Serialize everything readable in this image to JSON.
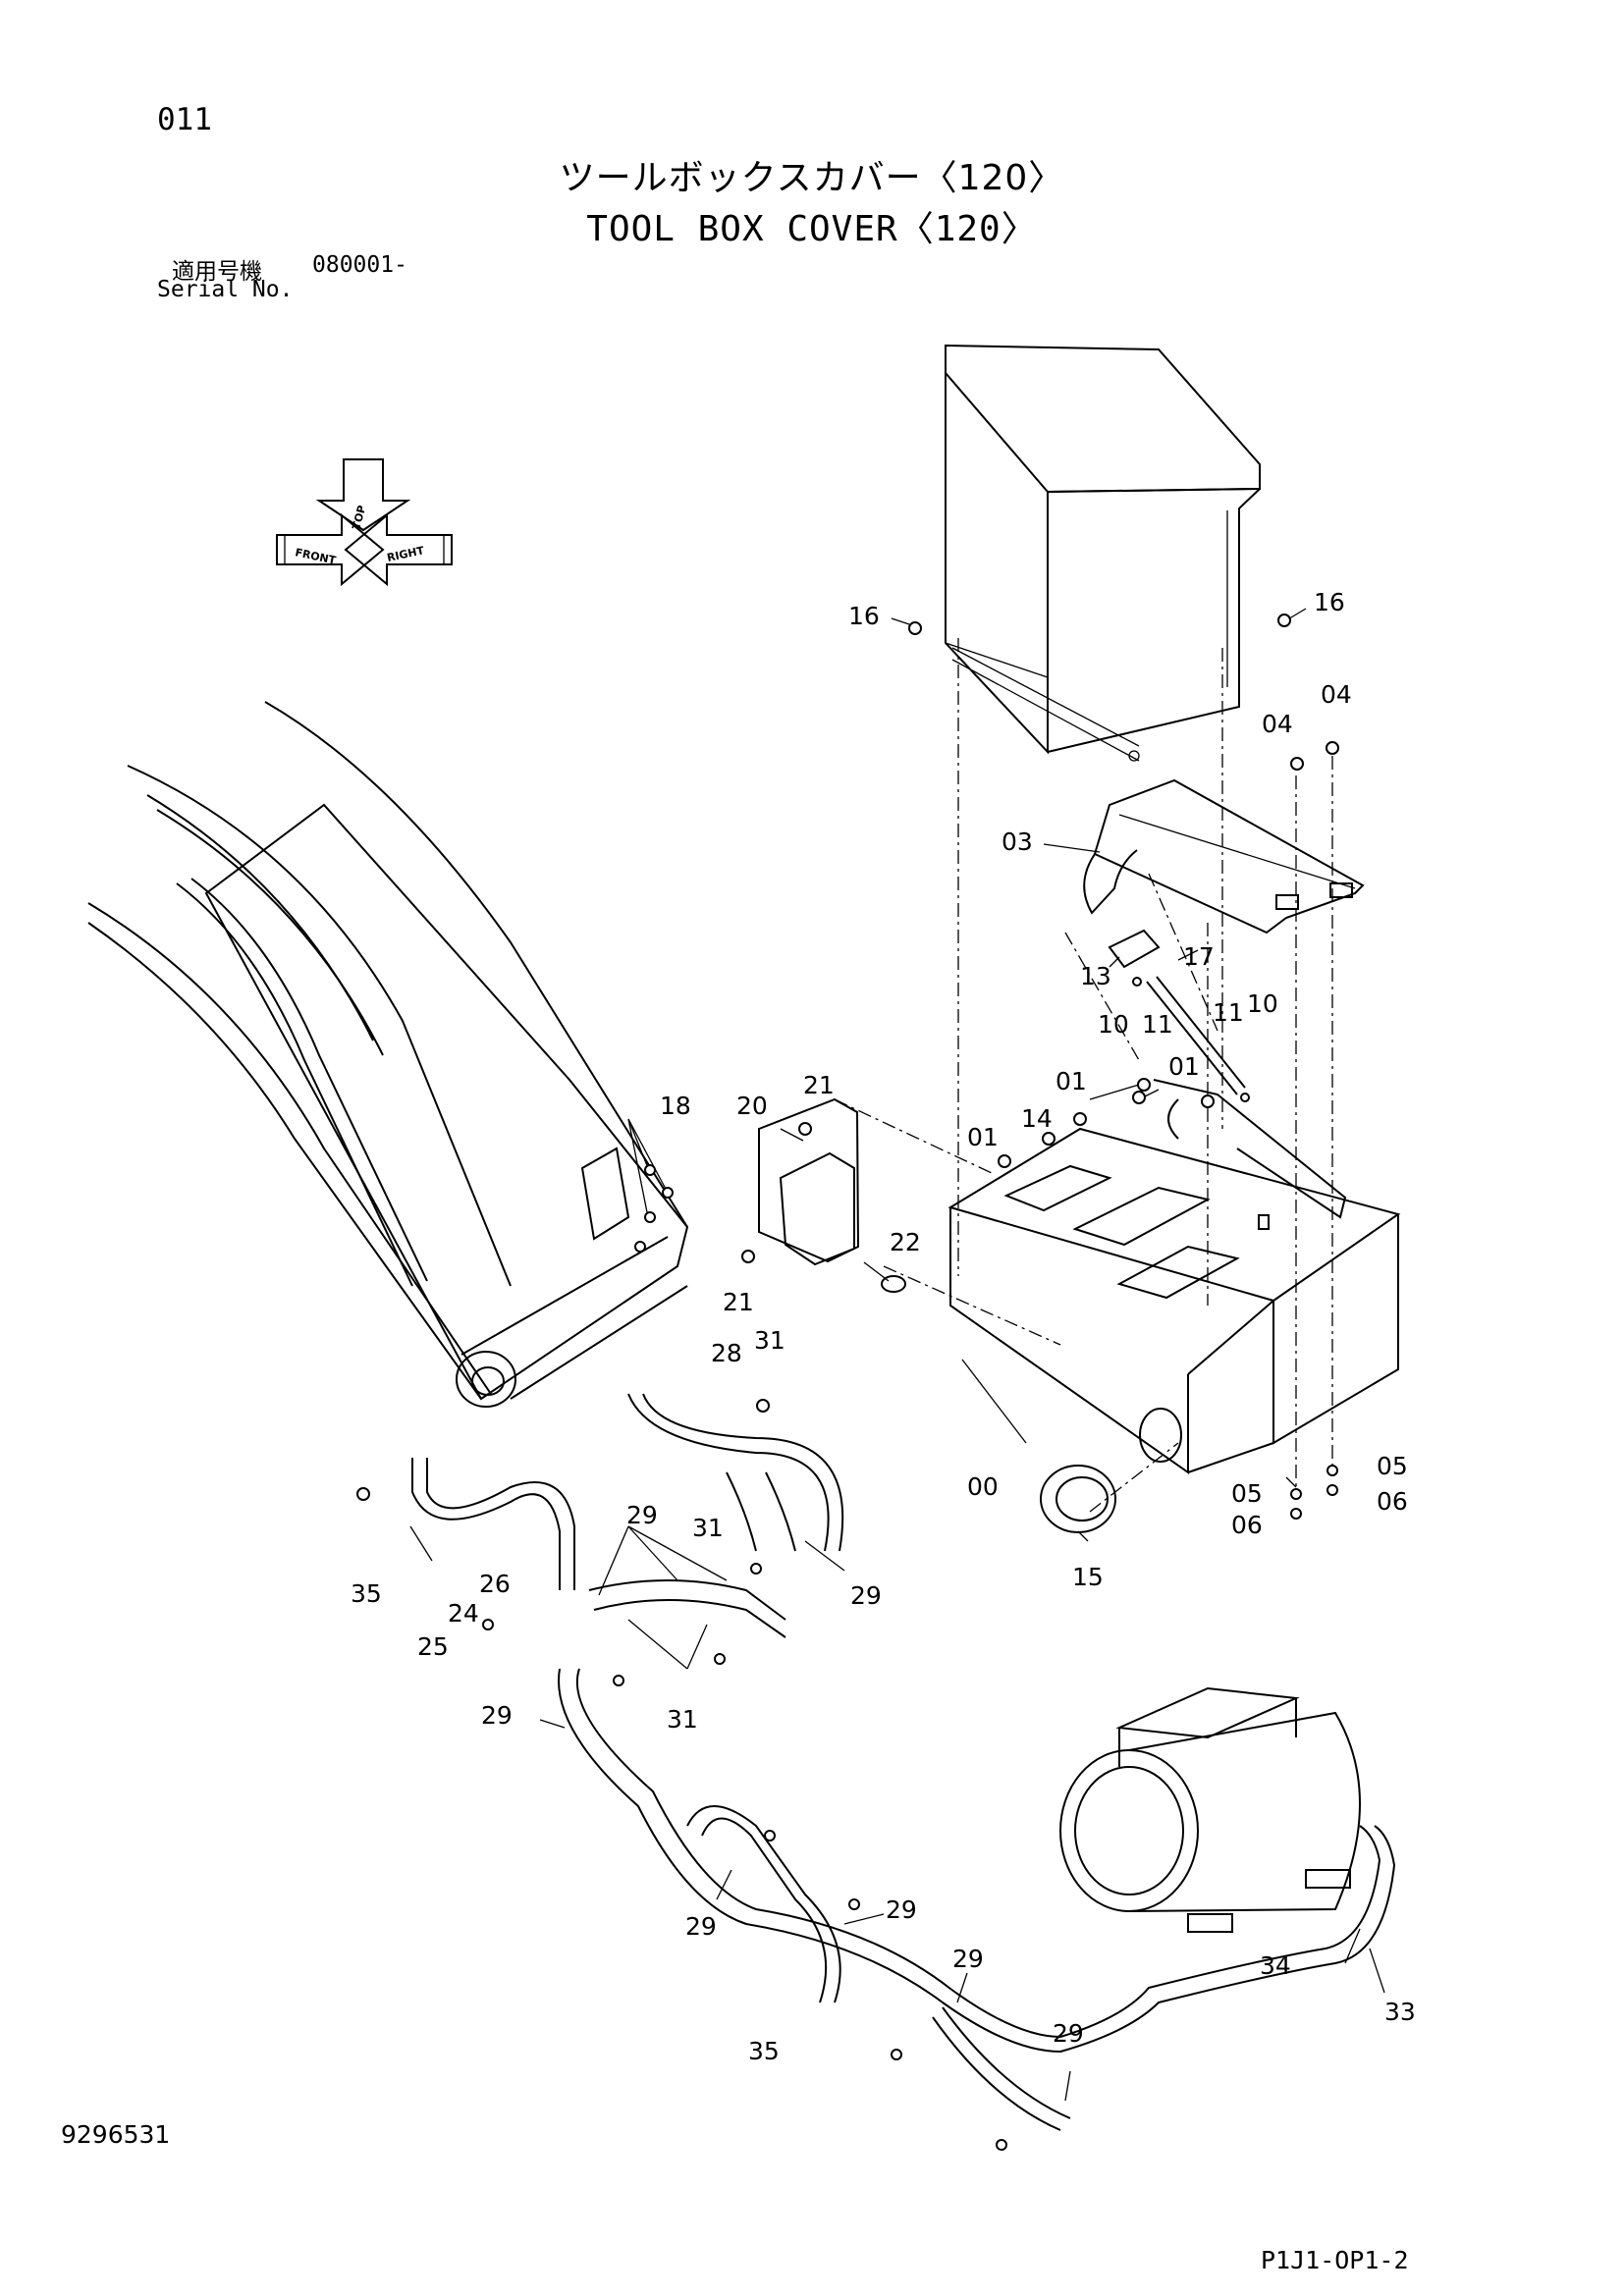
{
  "header": {
    "page_number": "011",
    "title_jp": "ツールボックスカバー〈120〉",
    "title_en": "TOOL BOX COVER〈120〉",
    "serial_label_jp": "適用号機",
    "serial_value": "080001-",
    "serial_label_en": "Serial No."
  },
  "orientation_icon": {
    "top": "TOP",
    "front": "FRONT",
    "right": "RIGHT"
  },
  "part_callouts": [
    "16",
    "16",
    "04",
    "04",
    "03",
    "13",
    "17",
    "10",
    "11",
    "11",
    "10",
    "01",
    "01",
    "01",
    "14",
    "18",
    "20",
    "21",
    "21",
    "22",
    "28",
    "31",
    "00",
    "05",
    "05",
    "06",
    "06",
    "15",
    "29",
    "31",
    "29",
    "35",
    "26",
    "24",
    "25",
    "31",
    "29",
    "29",
    "29",
    "35",
    "29",
    "29",
    "34",
    "33"
  ],
  "footer": {
    "doc_number": "9296531",
    "page_code": "P1J1-OP1-2"
  }
}
